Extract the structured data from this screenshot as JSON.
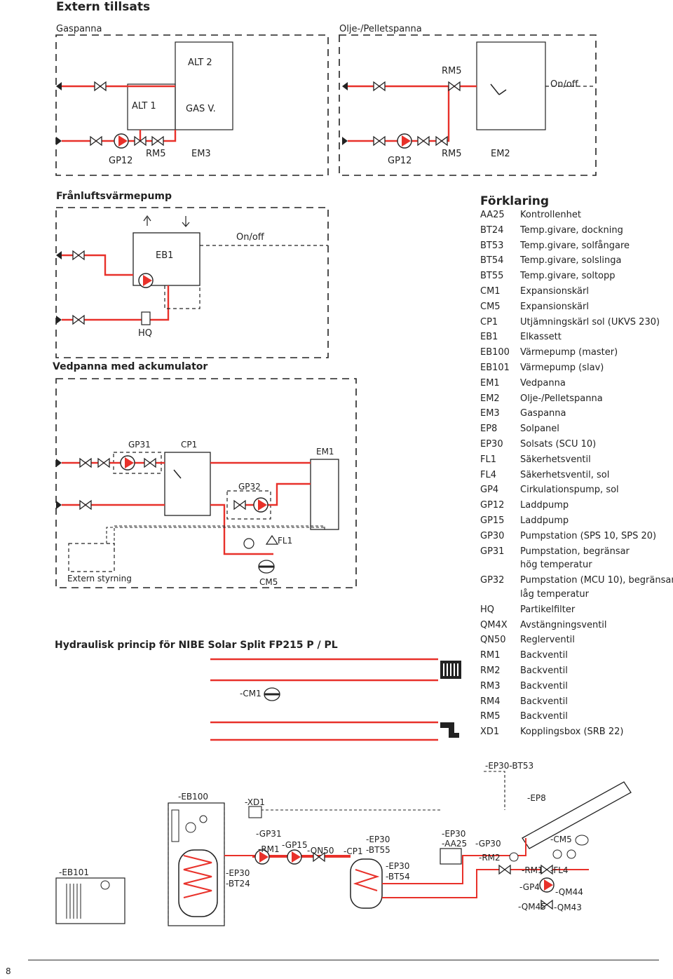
{
  "page_title": "Extern tillsats",
  "top": {
    "gaspanna_label": "Gaspanna",
    "olje_label": "Olje-/Pelletspanna",
    "alt2": "ALT 2",
    "alt1": "ALT 1",
    "gas_v": "GAS V.",
    "gp12_left": "GP12",
    "rm5_left": "RM5",
    "em3": "EM3",
    "rm5_top": "RM5",
    "on_off_top": "On/off",
    "gp12_right": "GP12",
    "rm5_right": "RM5",
    "em2": "EM2"
  },
  "franluft": {
    "title": "Frånluftsvärmepump",
    "on_off": "On/off",
    "eb1": "EB1",
    "hq": "HQ"
  },
  "vedpanna": {
    "title": "Vedpanna med ackumulator",
    "gp31": "GP31",
    "cp1": "CP1",
    "em1": "EM1",
    "gp32": "GP32",
    "fl1": "FL1",
    "cm5": "CM5",
    "extern": "Extern styrning"
  },
  "hydraulic_title": "Hydraulisk princip för NIBE Solar Split FP215 P / PL",
  "cm1_label": "-CM1",
  "legend": {
    "title": "Förklaring",
    "items": [
      {
        "code": "AA25",
        "desc": "Kontrollenhet"
      },
      {
        "code": "BT24",
        "desc": "Temp.givare, dockning"
      },
      {
        "code": "BT53",
        "desc": "Temp.givare, solfångare"
      },
      {
        "code": "BT54",
        "desc": "Temp.givare, solslinga"
      },
      {
        "code": "BT55",
        "desc": "Temp.givare, soltopp"
      },
      {
        "code": "CM1",
        "desc": "Expansionskärl"
      },
      {
        "code": "CM5",
        "desc": "Expansionskärl"
      },
      {
        "code": "CP1",
        "desc": "Utjämningskärl sol (UKVS 230)"
      },
      {
        "code": "EB1",
        "desc": "Elkassett"
      },
      {
        "code": "EB100",
        "desc": "Värmepump (master)"
      },
      {
        "code": "EB101",
        "desc": "Värmepump (slav)"
      },
      {
        "code": "EM1",
        "desc": "Vedpanna"
      },
      {
        "code": "EM2",
        "desc": "Olje-/Pelletspanna"
      },
      {
        "code": "EM3",
        "desc": "Gaspanna"
      },
      {
        "code": "EP8",
        "desc": "Solpanel"
      },
      {
        "code": "EP30",
        "desc": "Solsats (SCU 10)"
      },
      {
        "code": "FL1",
        "desc": "Säkerhetsventil"
      },
      {
        "code": "FL4",
        "desc": "Säkerhetsventil, sol"
      },
      {
        "code": "GP4",
        "desc": "Cirkulationspump, sol"
      },
      {
        "code": "GP12",
        "desc": "Laddpump"
      },
      {
        "code": "GP15",
        "desc": "Laddpump"
      },
      {
        "code": "GP30",
        "desc": "Pumpstation (SPS 10, SPS 20)"
      },
      {
        "code": "GP31",
        "desc": "Pumpstation, begränsar",
        "desc2": "hög temperatur"
      },
      {
        "code": "GP32",
        "desc": "Pumpstation (MCU 10), begränsar",
        "desc2": "låg temperatur"
      },
      {
        "code": "HQ",
        "desc": "Partikelfilter"
      },
      {
        "code": "QM4X",
        "desc": "Avstängningsventil"
      },
      {
        "code": "QN50",
        "desc": "Reglerventil"
      },
      {
        "code": "RM1",
        "desc": "Backventil"
      },
      {
        "code": "RM2",
        "desc": "Backventil"
      },
      {
        "code": "RM3",
        "desc": "Backventil"
      },
      {
        "code": "RM4",
        "desc": "Backventil"
      },
      {
        "code": "RM5",
        "desc": "Backventil"
      },
      {
        "code": "XD1",
        "desc": "Kopplingsbox (SRB 22)"
      }
    ]
  },
  "bottom": {
    "ep30_bt53": "-EP30-BT53",
    "eb100": "-EB100",
    "xd1": "-XD1",
    "ep8": "-EP8",
    "eb101": "-EB101",
    "ep30_bt24_a": "-EP30",
    "ep30_bt24_b": "-BT24",
    "gp31": "-GP31",
    "rm1": "-RM1",
    "gp15": "-GP15",
    "qn50": "-QN50",
    "cp1": "-CP1",
    "ep30_bt55_a": "-EP30",
    "ep30_bt55_b": "-BT55",
    "ep30_bt54_a": "-EP30",
    "ep30_bt54_b": "-BT54",
    "ep30_aa25_a": "-EP30",
    "ep30_aa25_b": "-AA25",
    "gp30": "-GP30",
    "rm2": "-RM2",
    "cm5": "-CM5",
    "rm1b": "-RM1",
    "fl4": "-FL4",
    "gp4": "-GP4",
    "qm44": "-QM44",
    "qm45": "-QM45",
    "qm43": "-QM43"
  },
  "page_number": "8",
  "colors": {
    "pipe_red": "#e8312a",
    "line": "#222222",
    "pump_red": "#e8312a"
  }
}
